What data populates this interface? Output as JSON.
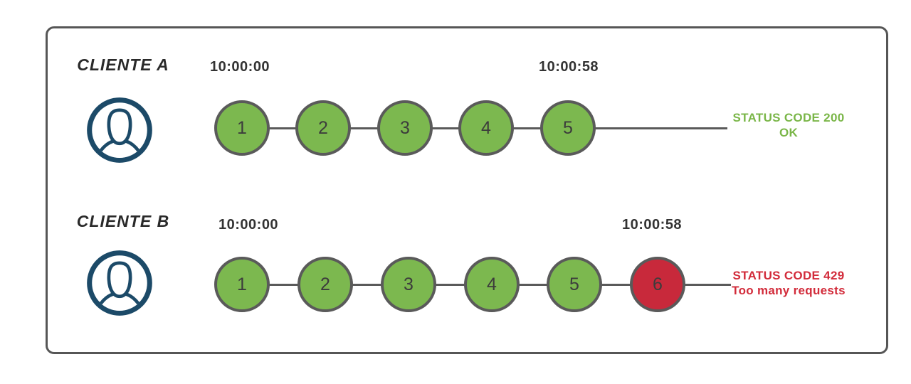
{
  "diagram": {
    "colors": {
      "accepted_fill": "#7cb84f",
      "rejected_fill": "#c8293b",
      "node_border": "#5a5a5a",
      "connector": "#5a5a5a",
      "frame_border": "#565656",
      "avatar": "#1c4a68",
      "timestamp_text": "#333333",
      "client_label_text": "#2a2a2a",
      "status_ok_text": "#7ab648",
      "status_error_text": "#d22b3a"
    },
    "rows": [
      {
        "client_label": "CLIENTE A",
        "start_time": "10:00:00",
        "end_time": "10:00:58",
        "requests": [
          {
            "label": "1",
            "fill": "#7cb84f"
          },
          {
            "label": "2",
            "fill": "#7cb84f"
          },
          {
            "label": "3",
            "fill": "#7cb84f"
          },
          {
            "label": "4",
            "fill": "#7cb84f"
          },
          {
            "label": "5",
            "fill": "#7cb84f"
          }
        ],
        "status": {
          "line1": "STATUS CODE 200",
          "line2": "OK",
          "color": "#7ab648"
        }
      },
      {
        "client_label": "CLIENTE B",
        "start_time": "10:00:00",
        "end_time": "10:00:58",
        "requests": [
          {
            "label": "1",
            "fill": "#7cb84f"
          },
          {
            "label": "2",
            "fill": "#7cb84f"
          },
          {
            "label": "3",
            "fill": "#7cb84f"
          },
          {
            "label": "4",
            "fill": "#7cb84f"
          },
          {
            "label": "5",
            "fill": "#7cb84f"
          },
          {
            "label": "6",
            "fill": "#c8293b"
          }
        ],
        "status": {
          "line1": "STATUS CODE 429",
          "line2": "Too many requests",
          "color": "#d22b3a"
        }
      }
    ]
  }
}
